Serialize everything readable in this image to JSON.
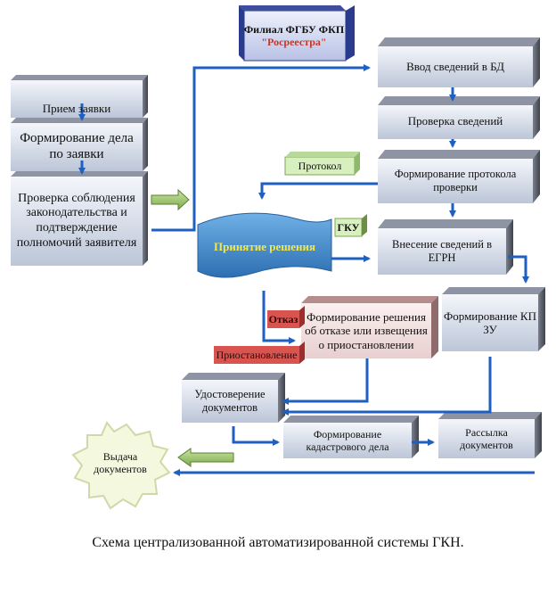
{
  "header": {
    "branch_line1": "Филиал ФГБУ ФКП",
    "branch_line2": "\"Росреестра\""
  },
  "left_column": {
    "receive": "Прием заявки",
    "form_case": "Формирование дела по заявки",
    "check_law": "Проверка соблюдения законодательства и подтверждение полномочий заявителя"
  },
  "right_column": {
    "input_db": "Ввод сведений в БД",
    "check_data": "Проверка сведений",
    "form_protocol": "Формирование протокола проверки",
    "enter_egrn": "Внесение сведений в ЕГРН",
    "form_kp": "Формирование КП ЗУ"
  },
  "center": {
    "decision": "Принятие решения",
    "refusal_decision": "Формирование решения об отказе или извещения о приостановлении"
  },
  "tags": {
    "protocol": "Протокол",
    "gku": "ГКУ",
    "refusal": "Отказ",
    "suspension": "Приостановление"
  },
  "bottom": {
    "certify": "Удостоверение документов",
    "cadastral_case": "Формирование кадастрового дела",
    "mailing": "Рассылка документов",
    "issue": "Выдача документов"
  },
  "caption": "Схема централизованной автоматизированной системы ГКН.",
  "colors": {
    "arrow": "#1f5fbf",
    "box_face_top": "#f4f6fb",
    "box_face_bottom": "#bcc6d8",
    "box_side": "#5c6170",
    "tag_green": "#d8f0c0",
    "tag_red": "#d9534f",
    "branch_blue": "#2a3a8c",
    "decision_blue": "#3f88c8",
    "decision_text": "#f2e84a",
    "burst_fill": "#f3f8de"
  }
}
